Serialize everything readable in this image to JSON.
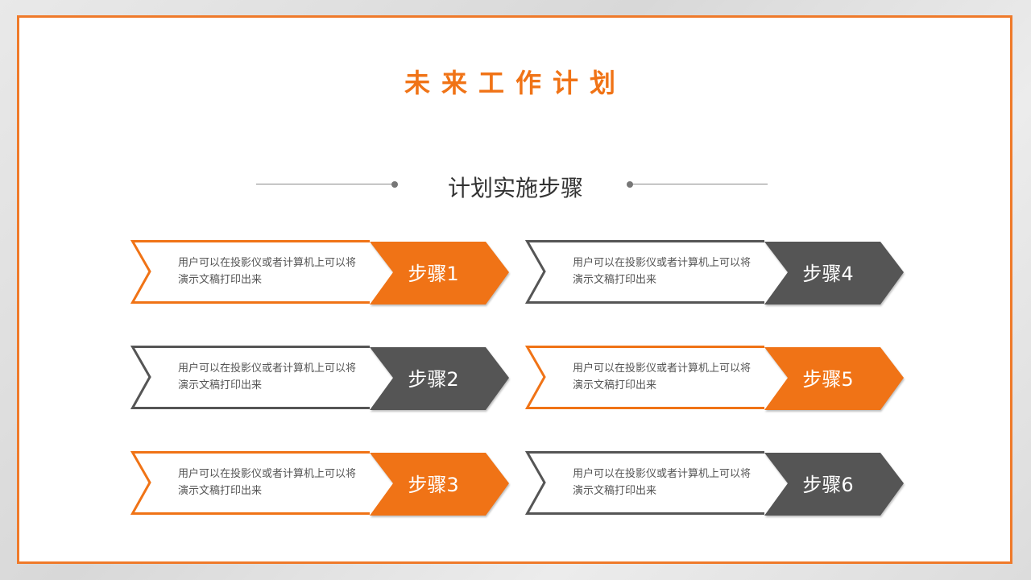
{
  "title": "未来工作计划",
  "subtitle": "计划实施步骤",
  "colors": {
    "accent": "#f07316",
    "dark": "#555555"
  },
  "steps": [
    {
      "label": "步骤1",
      "text": "用户可以在投影仪或者计算机上可以将演示文稿打印出来",
      "color": "orange"
    },
    {
      "label": "步骤2",
      "text": "用户可以在投影仪或者计算机上可以将演示文稿打印出来",
      "color": "gray"
    },
    {
      "label": "步骤3",
      "text": "用户可以在投影仪或者计算机上可以将演示文稿打印出来",
      "color": "orange"
    },
    {
      "label": "步骤4",
      "text": "用户可以在投影仪或者计算机上可以将演示文稿打印出来",
      "color": "gray"
    },
    {
      "label": "步骤5",
      "text": "用户可以在投影仪或者计算机上可以将演示文稿打印出来",
      "color": "orange"
    },
    {
      "label": "步骤6",
      "text": "用户可以在投影仪或者计算机上可以将演示文稿打印出来",
      "color": "gray"
    }
  ]
}
